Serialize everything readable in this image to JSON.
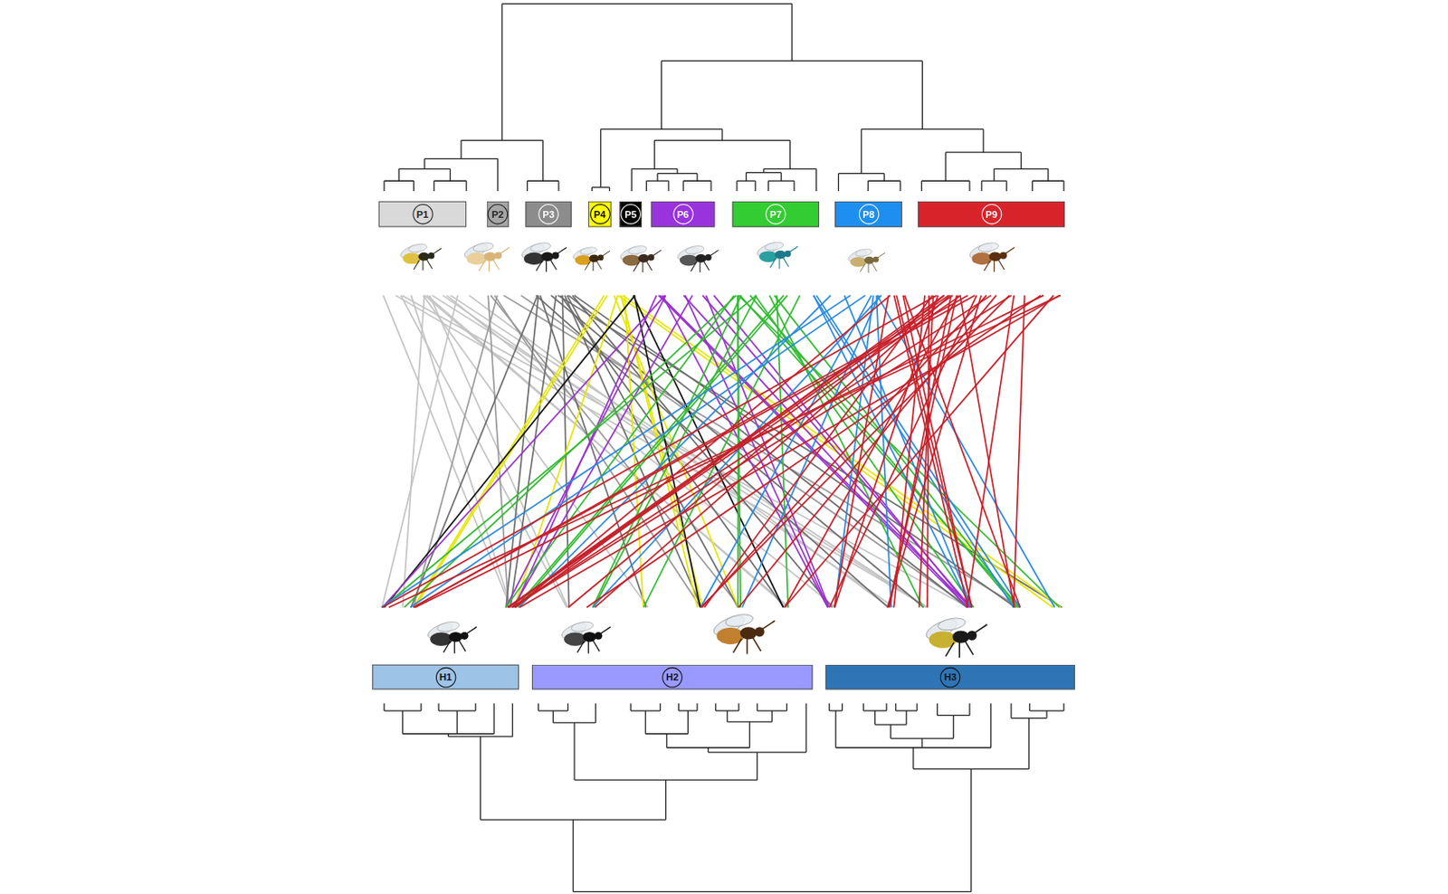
{
  "diagram": {
    "nodes": [
      {
        "text": [
          "P1"
        ]
      },
      {
        "text": [
          "P2"
        ]
      },
      {
        "text": [
          "P3"
        ]
      },
      {
        "text": [
          "P4"
        ]
      },
      {
        "text": [
          "P5"
        ]
      },
      {
        "text": [
          "P6"
        ]
      },
      {
        "text": [
          "P7"
        ]
      },
      {
        "text": [
          "P8"
        ]
      },
      {
        "text": [
          "P9"
        ]
      },
      {
        "text": [
          "H1"
        ]
      },
      {
        "text": [
          "H2"
        ]
      },
      {
        "text": [
          "H3"
        ]
      }
    ]
  }
}
